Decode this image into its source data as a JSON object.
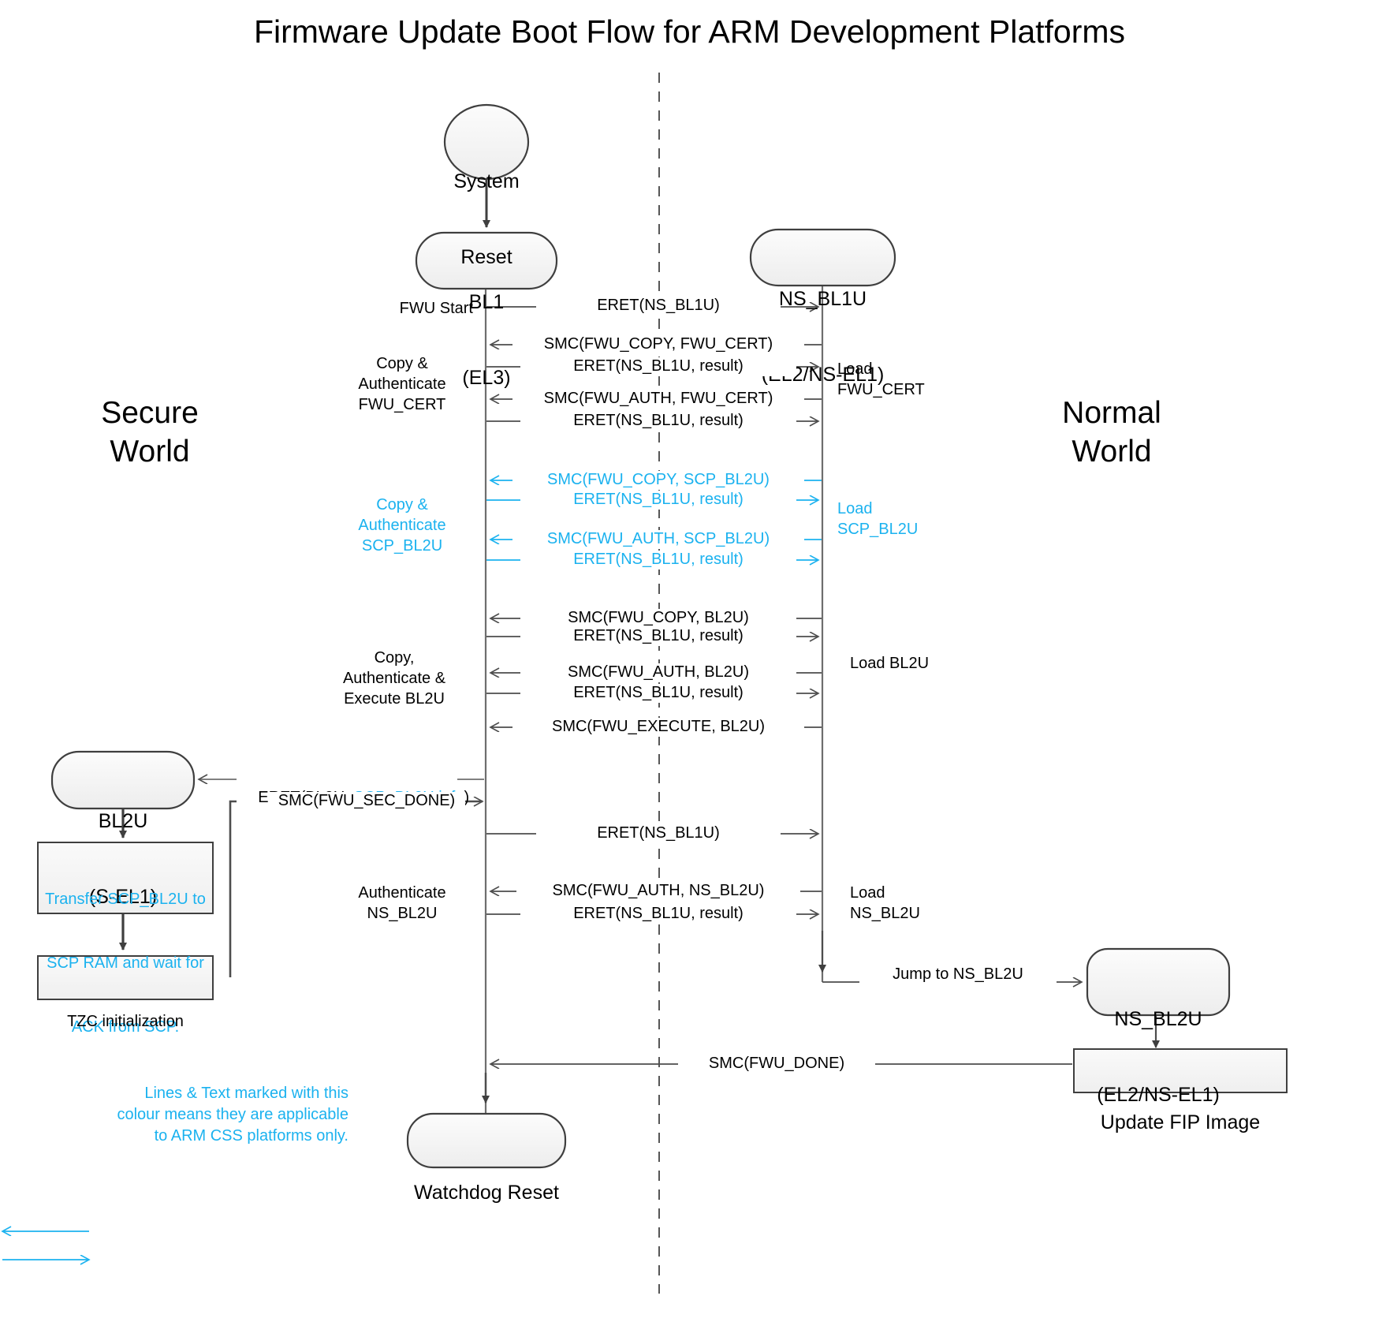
{
  "title": "Firmware Update Boot Flow for ARM Development Platforms",
  "worlds": {
    "secure": "Secure\nWorld",
    "normal": "Normal\nWorld"
  },
  "colors": {
    "css_accent": "#1BB2EF",
    "line": "#3F3F3F",
    "thin_line": "#4D4D4D",
    "node_fill_top": "#FBFBFB",
    "node_fill_bottom": "#EFEFEF",
    "node_stroke": "#3F3F3F",
    "text": "#000000"
  },
  "nodes": [
    {
      "name": "system-reset",
      "shape": "ellipse",
      "line1": "System",
      "line2": "Reset"
    },
    {
      "name": "bl1",
      "shape": "rounded",
      "line1": "BL1",
      "line2": "(EL3)"
    },
    {
      "name": "ns-bl1u",
      "shape": "rounded",
      "line1": "NS_BL1U",
      "line2": "(EL2/NS-EL1)"
    },
    {
      "name": "bl2u",
      "shape": "rounded",
      "line1": "BL2U",
      "line2": "(S-EL1)"
    },
    {
      "name": "ns-bl2u",
      "shape": "rounded",
      "line1": "NS_BL2U",
      "line2": "(EL2/NS-EL1)"
    },
    {
      "name": "watchdog-reset",
      "shape": "rounded",
      "line1": "Watchdog Reset",
      "line2": ""
    },
    {
      "name": "update-fip-image",
      "shape": "rect",
      "line1": "Update FIP Image",
      "line2": ""
    },
    {
      "name": "transfer-scp-bl2u",
      "shape": "rect-cyan",
      "line1": "Transfer SCP_BL2U to",
      "line2": "SCP RAM and wait for",
      "line3": "ACK from SCP."
    },
    {
      "name": "tzc-init",
      "shape": "rect",
      "line1": "TZC initialization",
      "line2": ""
    }
  ],
  "messages": [
    {
      "id": "m1",
      "text": "ERET(NS_BL1U)",
      "color": "black",
      "dir": "right"
    },
    {
      "id": "m2",
      "text": "SMC(FWU_COPY, FWU_CERT)",
      "color": "black",
      "dir": "left"
    },
    {
      "id": "m3",
      "text": "ERET(NS_BL1U, result)",
      "color": "black",
      "dir": "right"
    },
    {
      "id": "m4",
      "text": "SMC(FWU_AUTH, FWU_CERT)",
      "color": "black",
      "dir": "left"
    },
    {
      "id": "m5",
      "text": "ERET(NS_BL1U, result)",
      "color": "black",
      "dir": "right"
    },
    {
      "id": "m6",
      "text": "SMC(FWU_COPY, SCP_BL2U)",
      "color": "cyan",
      "dir": "left"
    },
    {
      "id": "m7",
      "text": "ERET(NS_BL1U, result)",
      "color": "cyan",
      "dir": "right"
    },
    {
      "id": "m8",
      "text": "SMC(FWU_AUTH, SCP_BL2U)",
      "color": "cyan",
      "dir": "left"
    },
    {
      "id": "m9",
      "text": "ERET(NS_BL1U, result)",
      "color": "cyan",
      "dir": "right"
    },
    {
      "id": "m10",
      "text": "SMC(FWU_COPY, BL2U)",
      "color": "black",
      "dir": "left"
    },
    {
      "id": "m11",
      "text": "ERET(NS_BL1U, result)",
      "color": "black",
      "dir": "right"
    },
    {
      "id": "m12",
      "text": "SMC(FWU_AUTH, BL2U)",
      "color": "black",
      "dir": "left"
    },
    {
      "id": "m13",
      "text": "ERET(NS_BL1U, result)",
      "color": "black",
      "dir": "right"
    },
    {
      "id": "m14",
      "text": "SMC(FWU_EXECUTE, BL2U)",
      "color": "black",
      "dir": "left"
    },
    {
      "id": "m15",
      "text": "SMC(FWU_SEC_DONE)",
      "color": "black",
      "dir": "right"
    },
    {
      "id": "m16",
      "text": "ERET(NS_BL1U)",
      "color": "black",
      "dir": "right"
    },
    {
      "id": "m17",
      "text": "SMC(FWU_AUTH, NS_BL2U)",
      "color": "black",
      "dir": "left"
    },
    {
      "id": "m18",
      "text": "ERET(NS_BL1U, result)",
      "color": "black",
      "dir": "right"
    },
    {
      "id": "m19",
      "text": "Jump to NS_BL2U",
      "color": "black",
      "dir": "right"
    },
    {
      "id": "m20",
      "text": "SMC(FWU_DONE)",
      "color": "black",
      "dir": "left"
    }
  ],
  "eret_bl2u": {
    "prefix": "ERET(BL2U, ",
    "accent": "SCP_BL2U info",
    "suffix": ")"
  },
  "left_labels": [
    {
      "id": "l1",
      "text": "FWU Start",
      "color": "black"
    },
    {
      "id": "l2",
      "text": "Copy &\nAuthenticate\nFWU_CERT",
      "color": "black"
    },
    {
      "id": "l3",
      "text": "Copy &\nAuthenticate\nSCP_BL2U",
      "color": "cyan"
    },
    {
      "id": "l4",
      "text": "Copy,\nAuthenticate &\nExecute BL2U",
      "color": "black"
    },
    {
      "id": "l5",
      "text": "Authenticate\nNS_BL2U",
      "color": "black"
    }
  ],
  "right_labels": [
    {
      "id": "r1",
      "text": "Load\nFWU_CERT",
      "color": "black"
    },
    {
      "id": "r2",
      "text": "Load\nSCP_BL2U",
      "color": "cyan"
    },
    {
      "id": "r3",
      "text": "Load BL2U",
      "color": "black"
    },
    {
      "id": "r4",
      "text": "Load\nNS_BL2U",
      "color": "black"
    }
  ],
  "legend": {
    "text": "Lines & Text marked with this\ncolour means they are applicable\nto ARM CSS platforms only."
  }
}
